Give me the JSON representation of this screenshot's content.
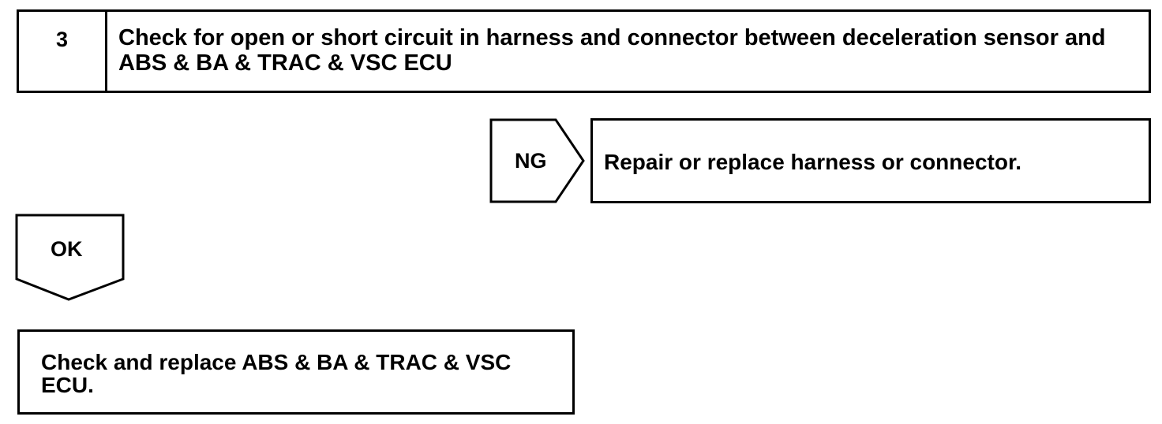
{
  "step": {
    "number": "3",
    "title": "Check for open or short circuit in harness and connector between deceleration sensor and ABS & BA & TRAC & VSC ECU"
  },
  "ng": {
    "label": "NG",
    "action": "Repair or replace harness or connector."
  },
  "ok": {
    "label": "OK",
    "action": "Check and replace ABS & BA & TRAC & VSC ECU."
  }
}
